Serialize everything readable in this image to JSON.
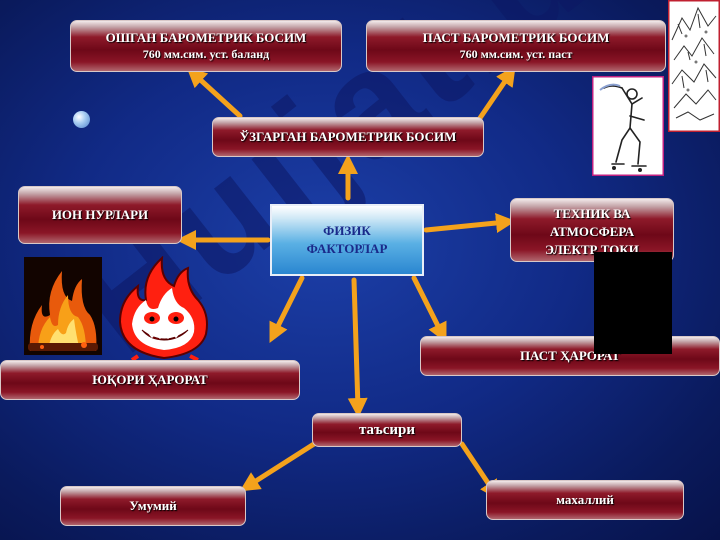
{
  "watermark": "Hujjat.uz",
  "center": {
    "line1": "ФИЗИК",
    "line2": "ФАКТОРЛАР"
  },
  "nodes": {
    "high_pressure": {
      "line1": "ОШГАН БАРОМЕТРИК БОСИМ",
      "line2": "760 мм.сим. уст. баланд"
    },
    "low_pressure": {
      "line1": "ПАСТ БАРОМЕТРИК БОСИМ",
      "line2": "760 мм.сим. уст. паст"
    },
    "changed_pressure": {
      "label": "ЎЗГАРГАН БАРОМЕТРИК БОСИМ"
    },
    "ion_radiation": {
      "label": "ИОН НУРЛАРИ"
    },
    "tech_atm_current": {
      "line1": "ТЕХНИК ВА",
      "line2": "АТМОСФЕРА",
      "line3": "ЭЛЕКТР ТОКИ"
    },
    "high_temp": {
      "label": "ЮҚОРИ ҲАРОРАТ"
    },
    "low_temp": {
      "label": "ПАСТ ҲАРОРАТ"
    },
    "effect": {
      "label": "таъсири"
    },
    "general": {
      "label": "Умумий"
    },
    "local": {
      "label": "махаллий"
    }
  },
  "images": [
    "fire-photo",
    "flame-cartoon",
    "skater-illustration",
    "mountain-sketch",
    "dark-photo"
  ],
  "colors": {
    "arrow": "#f4a21c",
    "box_dark": "#6e0818",
    "center_blue": "#2a86d0",
    "background": "#112a86"
  }
}
